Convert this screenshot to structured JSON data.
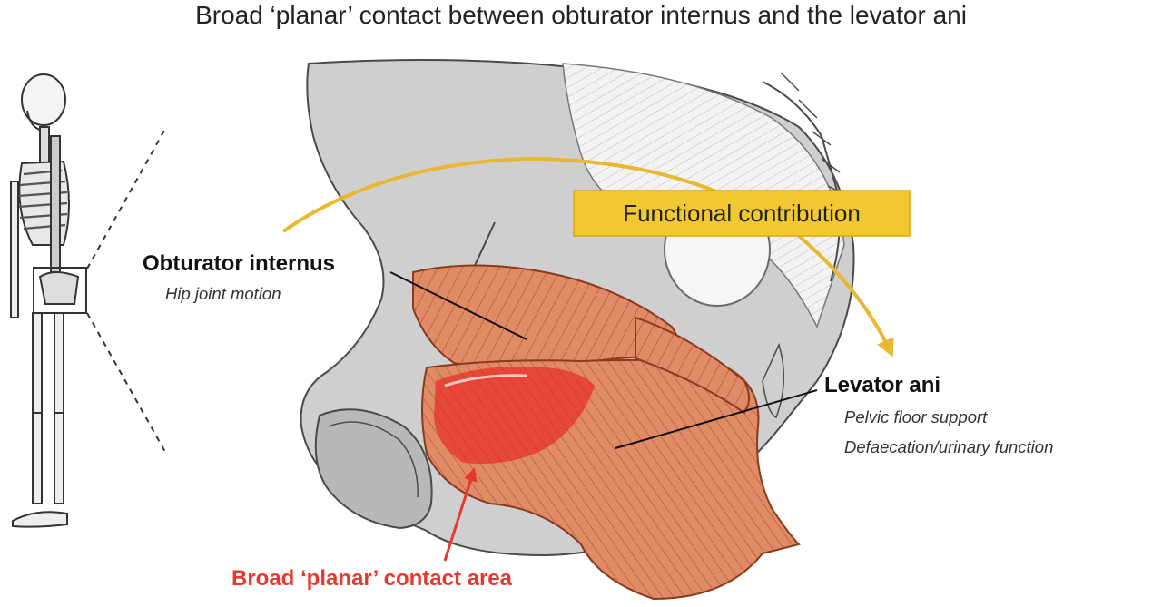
{
  "title": "Broad ‘planar’ contact between obturator internus and the levator ani",
  "labels": {
    "obturator": {
      "name": "Obturator internus",
      "desc": "Hip joint motion"
    },
    "levator": {
      "name": "Levator ani",
      "desc1": "Pelvic floor support",
      "desc2": "Defaecation/urinary function"
    },
    "functional": "Functional contribution",
    "contact": "Broad ‘planar’ contact area"
  },
  "colors": {
    "muscle": "#e08a66",
    "muscle_stroke": "#8a3a1e",
    "contact": "#e8382e",
    "arrow": "#e8b830",
    "bone": "#cfcfcf",
    "bone_stroke": "#4a4a4a"
  },
  "icons": [
    "skeleton-icon"
  ]
}
